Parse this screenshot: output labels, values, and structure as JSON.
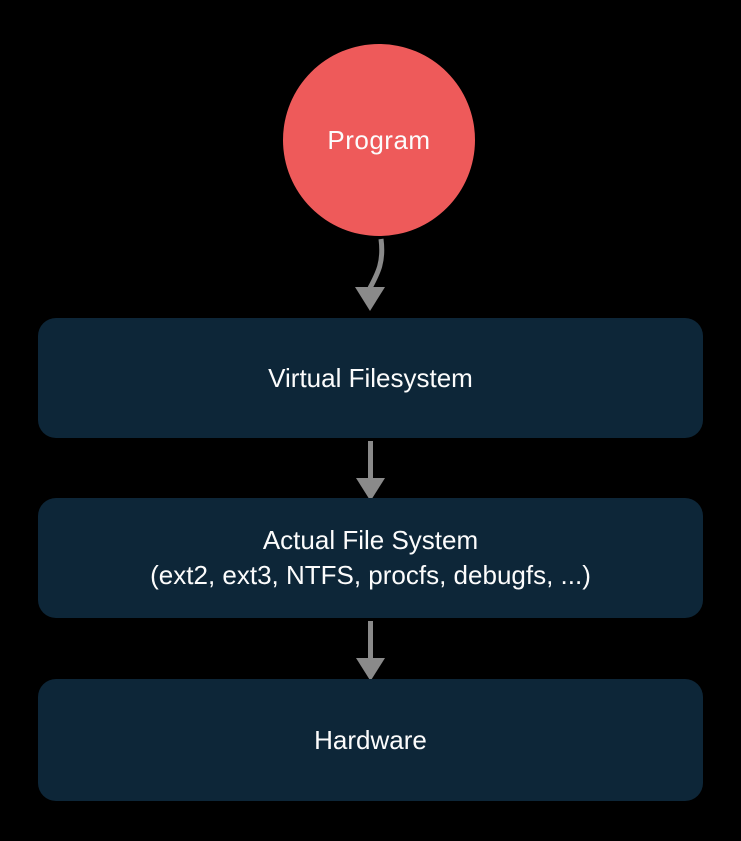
{
  "diagram": {
    "type": "flowchart",
    "direction": "top-down",
    "nodes": [
      {
        "id": "program",
        "label": "Program",
        "shape": "circle",
        "fill": "#ee5a5a",
        "text_color": "#fcfcfc"
      },
      {
        "id": "vfs",
        "label": "Virtual Filesystem",
        "shape": "rounded-rect",
        "fill": "#0d2638",
        "text_color": "#fcfcfc"
      },
      {
        "id": "actual-fs",
        "label": "Actual File System",
        "sublabel": "(ext2, ext3, NTFS, procfs, debugfs, ...)",
        "shape": "rounded-rect",
        "fill": "#0d2638",
        "text_color": "#fcfcfc"
      },
      {
        "id": "hardware",
        "label": "Hardware",
        "shape": "rounded-rect",
        "fill": "#0d2638",
        "text_color": "#fcfcfc"
      }
    ],
    "edges": [
      {
        "from": "program",
        "to": "vfs",
        "style": "curved-arrow",
        "color": "#8a8a8a"
      },
      {
        "from": "vfs",
        "to": "actual-fs",
        "style": "straight-arrow",
        "color": "#8a8a8a"
      },
      {
        "from": "actual-fs",
        "to": "hardware",
        "style": "straight-arrow",
        "color": "#8a8a8a"
      }
    ],
    "colors": {
      "background": "#000000",
      "node_fill": "#0d2638",
      "program_fill": "#ee5a5a",
      "arrow": "#8a8a8a",
      "text": "#fcfcfc"
    }
  }
}
